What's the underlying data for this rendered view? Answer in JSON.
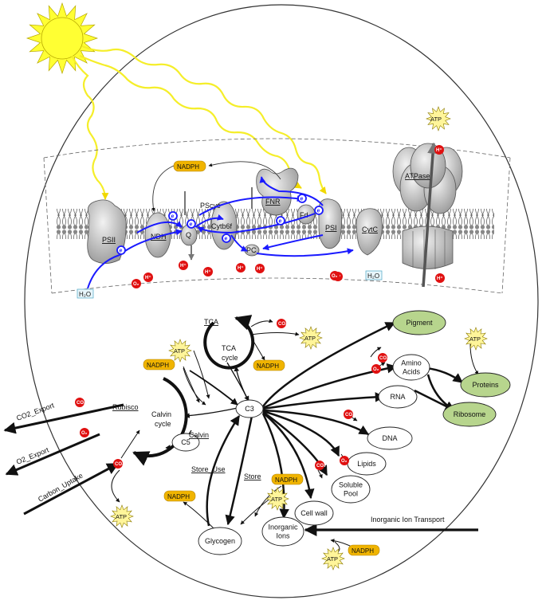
{
  "membrane": {
    "psii": "PSII",
    "ndh": "NDH",
    "q": "Q",
    "pscyc": "PScyc",
    "cytb6f": "Cytb6f",
    "pc": "PC",
    "fnr": "FNR",
    "fd": "Fd",
    "psi": "PSI",
    "cytc": "CytC",
    "atpase": "ATPase",
    "nadph": "NADPH",
    "atp": "ATP",
    "h2o": "H₂O",
    "hplus": "H⁺",
    "o2": "O₂",
    "e": "e"
  },
  "metabolism": {
    "tca": "TCA",
    "tca_cycle_1": "TCA",
    "tca_cycle_2": "cycle",
    "calvin_cycle_1": "Calvin",
    "calvin_cycle_2": "cycle",
    "calvin": "Calvin",
    "rubisco": "Rubisco",
    "c5": "C5",
    "c3": "C3",
    "store_use": "Store_Use",
    "store": "Store",
    "glycogen": "Glycogen",
    "pigment": "Pigment",
    "amino_1": "Amino",
    "amino_2": "Acids",
    "proteins": "Proteins",
    "ribosome": "Ribosome",
    "rna": "RNA",
    "dna": "DNA",
    "lipids": "Lipids",
    "soluble_1": "Soluble",
    "soluble_2": "Pool",
    "cell_wall": "Cell wall",
    "inorganic_1": "Inorganic",
    "inorganic_2": "Ions",
    "co2": "CO₂",
    "o2": "O₂",
    "atp": "ATP",
    "nadph": "NADPH"
  },
  "transport": {
    "co2_export": "CO2_Export",
    "o2_export": "O2_Export",
    "carbon_uptake": "Carbon_Uptake",
    "inorganic_ion_transport": "Inorganic Ion Transport"
  },
  "colors": {
    "sun": "#ffff33",
    "light": "#f5ee2a",
    "electron": "#1a1aff",
    "red_molecule": "#e01010",
    "nadph_fill": "#f0b400",
    "atp_fill": "#fff59a",
    "green_node": "#b7d58d",
    "protein_gray": "#c8c8c8"
  }
}
